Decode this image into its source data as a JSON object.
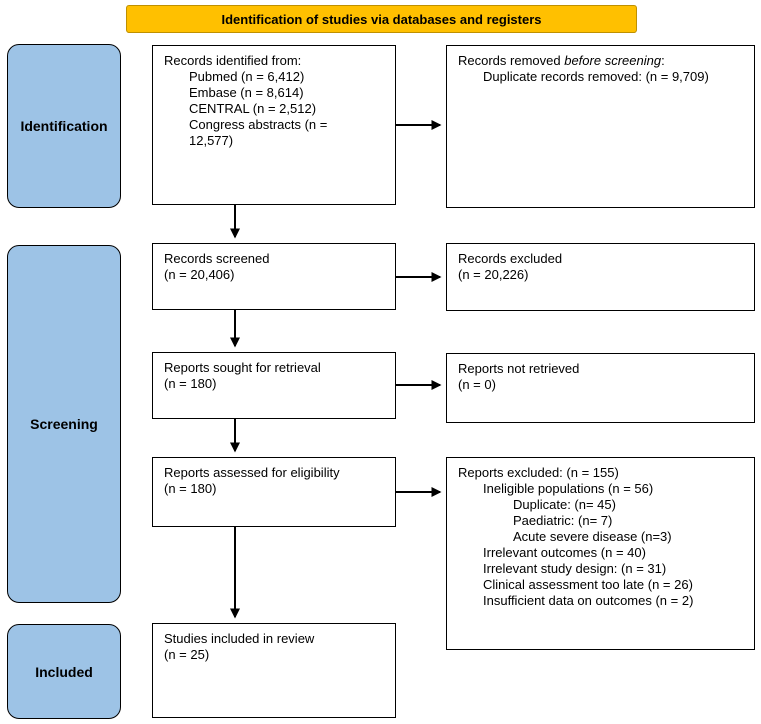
{
  "banner": {
    "label": "Identification of studies via databases and registers"
  },
  "colors": {
    "banner_fill": "#FFC000",
    "banner_border": "#BF9000",
    "stage_fill": "#9DC3E6",
    "box_border": "#000000",
    "arrow": "#000000"
  },
  "stages": [
    {
      "label": "Identification"
    },
    {
      "label": "Screening"
    },
    {
      "label": "Included"
    }
  ],
  "boxes": {
    "records_identified": {
      "lines": [
        {
          "indent": 0,
          "text": "Records identified from:"
        },
        {
          "indent": 1,
          "text": "Pubmed (n = 6,412)"
        },
        {
          "indent": 1,
          "text": "Embase (n = 8,614)"
        },
        {
          "indent": 1,
          "text": "CENTRAL (n = 2,512)"
        },
        {
          "indent": 1,
          "text": "Congress abstracts (n ="
        },
        {
          "indent": 1,
          "text": "12,577)"
        }
      ]
    },
    "records_removed": {
      "lines": [
        {
          "indent": 0,
          "parts": [
            {
              "text": "Records removed "
            },
            {
              "text": "before screening",
              "italic": true
            },
            {
              "text": ":"
            }
          ]
        },
        {
          "indent": 1,
          "text": "Duplicate records removed: (n = 9,709)"
        }
      ]
    },
    "records_screened": {
      "lines": [
        {
          "indent": 0,
          "text": "Records screened"
        },
        {
          "indent": 0,
          "text": "(n = 20,406)"
        }
      ]
    },
    "records_excluded": {
      "lines": [
        {
          "indent": 0,
          "text": "Records excluded"
        },
        {
          "indent": 0,
          "text": "(n = 20,226)"
        }
      ]
    },
    "reports_sought": {
      "lines": [
        {
          "indent": 0,
          "text": "Reports sought for retrieval"
        },
        {
          "indent": 0,
          "text": "(n = 180)"
        }
      ]
    },
    "reports_not_retrieved": {
      "lines": [
        {
          "indent": 0,
          "text": "Reports not retrieved"
        },
        {
          "indent": 0,
          "text": "(n = 0)"
        }
      ]
    },
    "reports_assessed": {
      "lines": [
        {
          "indent": 0,
          "text": "Reports assessed for eligibility"
        },
        {
          "indent": 0,
          "text": "(n = 180)"
        }
      ]
    },
    "reports_excluded": {
      "lines": [
        {
          "indent": 0,
          "text": "Reports excluded: (n = 155)"
        },
        {
          "indent": 1,
          "text": "Ineligible populations (n = 56)"
        },
        {
          "indent": 2,
          "text": "Duplicate: (n= 45)"
        },
        {
          "indent": 2,
          "text": "Paediatric: (n= 7)"
        },
        {
          "indent": 2,
          "text": "Acute severe disease (n=3)"
        },
        {
          "indent": 1,
          "text": "Irrelevant outcomes (n = 40)"
        },
        {
          "indent": 1,
          "text": "Irrelevant study design: (n = 31)"
        },
        {
          "indent": 1,
          "text": "Clinical assessment too late (n = 26)"
        },
        {
          "indent": 1,
          "text": "Insufficient data on outcomes (n = 2)"
        }
      ]
    },
    "studies_included": {
      "lines": [
        {
          "indent": 0,
          "text": "Studies included in review"
        },
        {
          "indent": 0,
          "text": "(n = 25)"
        }
      ]
    }
  }
}
